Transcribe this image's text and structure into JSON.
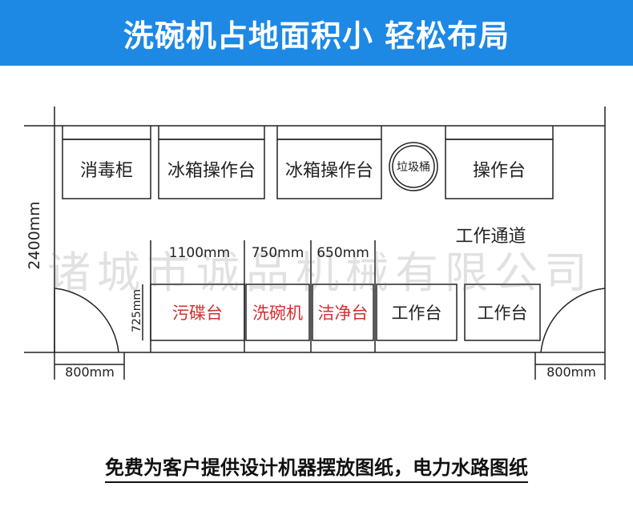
{
  "header": {
    "title": "洗碗机占地面积小 轻松布局"
  },
  "top_row": {
    "disinfection_cabinet": "消毒柜",
    "fridge_counter_1": "冰箱操作台",
    "fridge_counter_2": "冰箱操作台",
    "trash_bin": "垃圾桶",
    "counter": "操作台"
  },
  "aisle_label": "工作通道",
  "dimensions": {
    "height": "2400mm",
    "width_1100": "1100mm",
    "width_750": "750mm",
    "width_650": "650mm",
    "depth_725": "725mm",
    "door_left": "800mm",
    "door_right": "800mm"
  },
  "bottom_row": {
    "dirty_dish_table": "污碟台",
    "dishwasher": "洗碗机",
    "clean_table": "洁净台",
    "work_table_1": "工作台",
    "work_table_2": "工作台"
  },
  "watermark": "诸城市诚品机械有限公司",
  "footer": {
    "text": "免费为客户提供设计机器摆放图纸，电力水路图纸"
  },
  "colors": {
    "header_bg": "#1e88e5",
    "highlight_text": "#d32f2f"
  }
}
